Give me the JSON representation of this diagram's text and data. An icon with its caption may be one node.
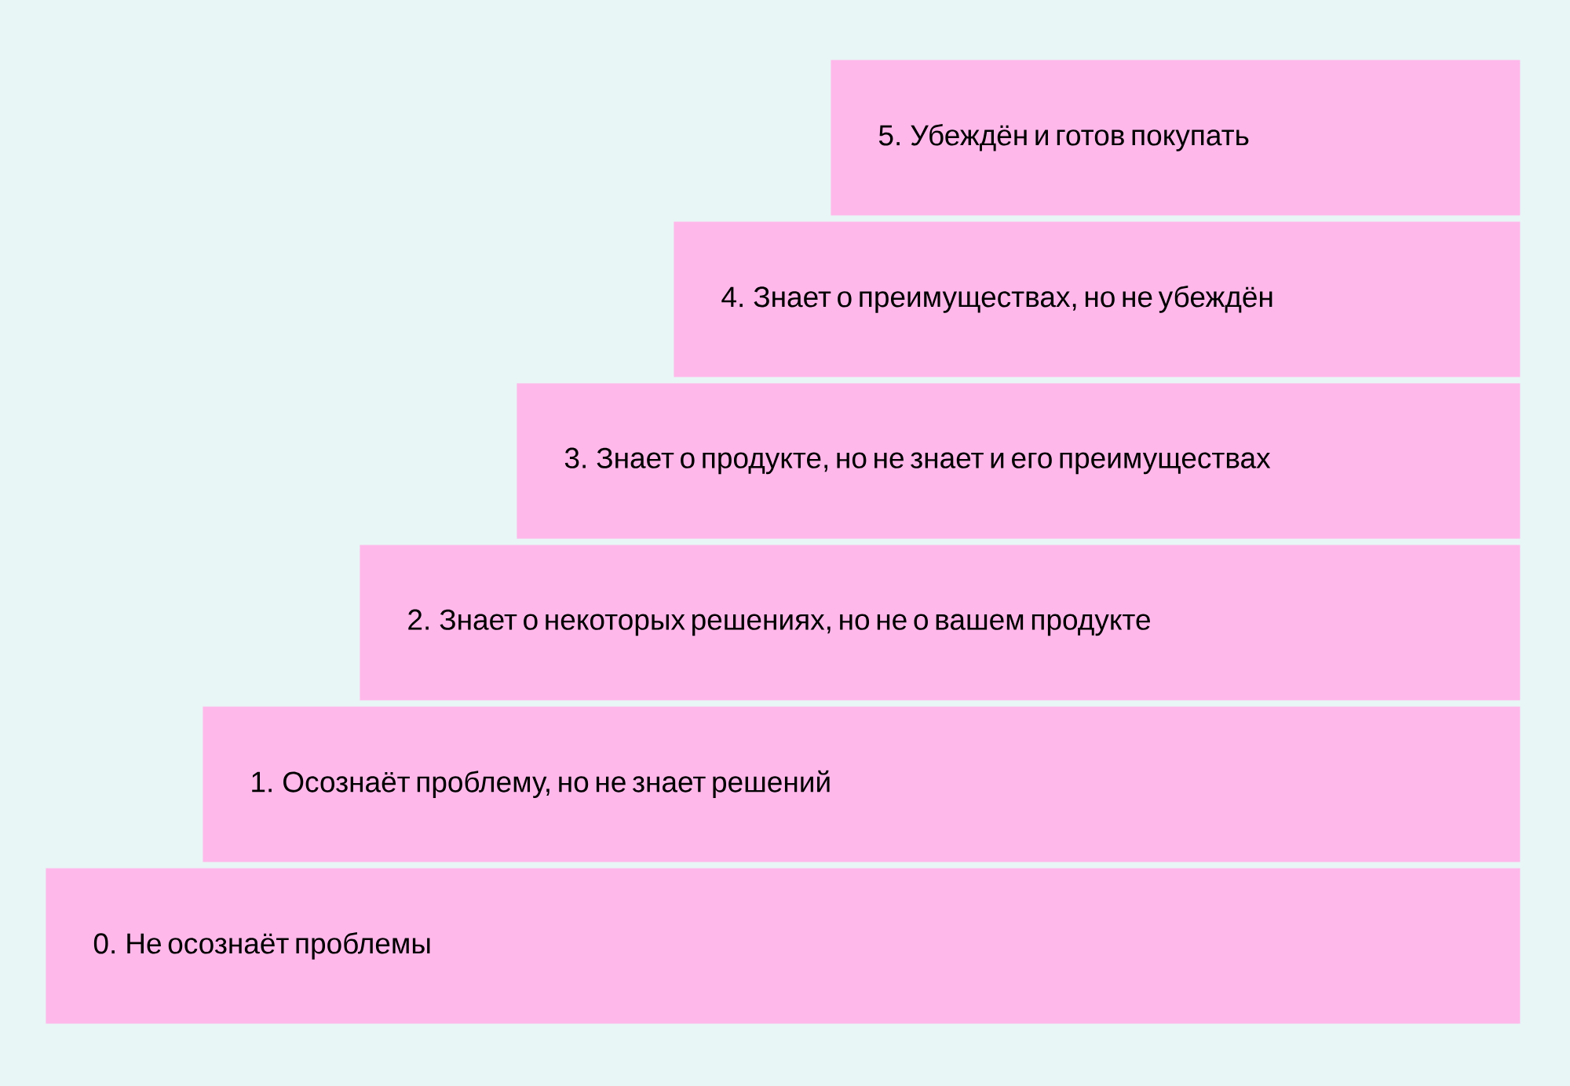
{
  "diagram": {
    "nodes": [
      {
        "text": [
          "5. Убеждён и готов покупать"
        ]
      },
      {
        "text": [
          "4. Знает о преимуществах, но не убеждён"
        ]
      },
      {
        "text": [
          "3. Знает о продукте, но не знает и его преимуществах"
        ]
      },
      {
        "text": [
          "2. Знает о некоторых решениях, но не о вашем продукте"
        ]
      },
      {
        "text": [
          "1. Осознаёт проблему, но не знает решений"
        ]
      },
      {
        "text": [
          "0. Не осознаёт проблемы"
        ]
      }
    ]
  }
}
